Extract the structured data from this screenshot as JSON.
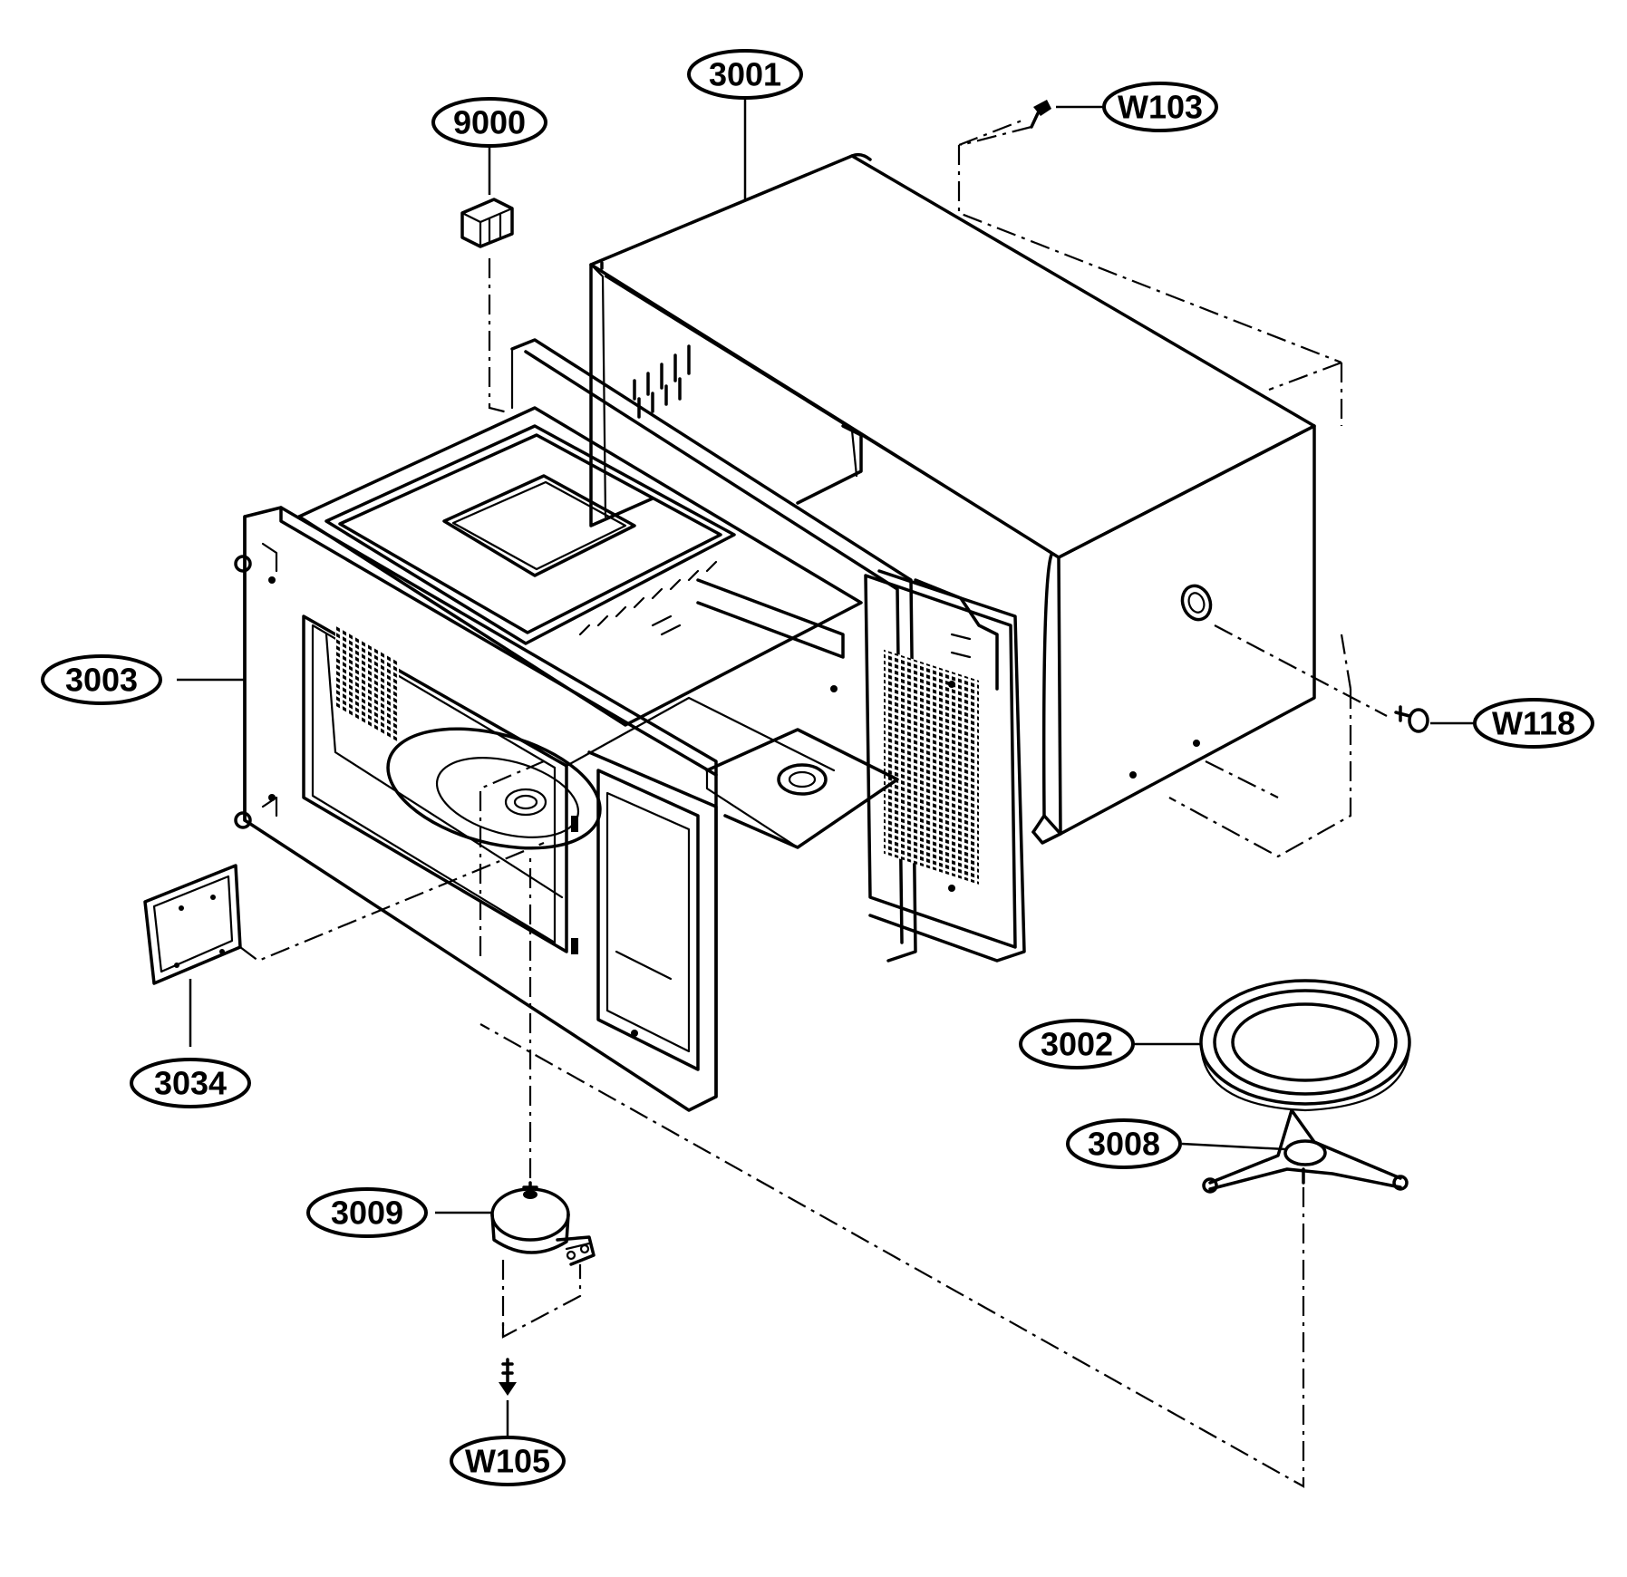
{
  "callouts": [
    {
      "id": "9000",
      "label": "9000"
    },
    {
      "id": "3001",
      "label": "3001"
    },
    {
      "id": "W103",
      "label": "W103"
    },
    {
      "id": "3003",
      "label": "3003"
    },
    {
      "id": "W118",
      "label": "W118"
    },
    {
      "id": "3002",
      "label": "3002"
    },
    {
      "id": "3008",
      "label": "3008"
    },
    {
      "id": "3034",
      "label": "3034"
    },
    {
      "id": "3009",
      "label": "3009"
    },
    {
      "id": "W105",
      "label": "W105"
    }
  ]
}
